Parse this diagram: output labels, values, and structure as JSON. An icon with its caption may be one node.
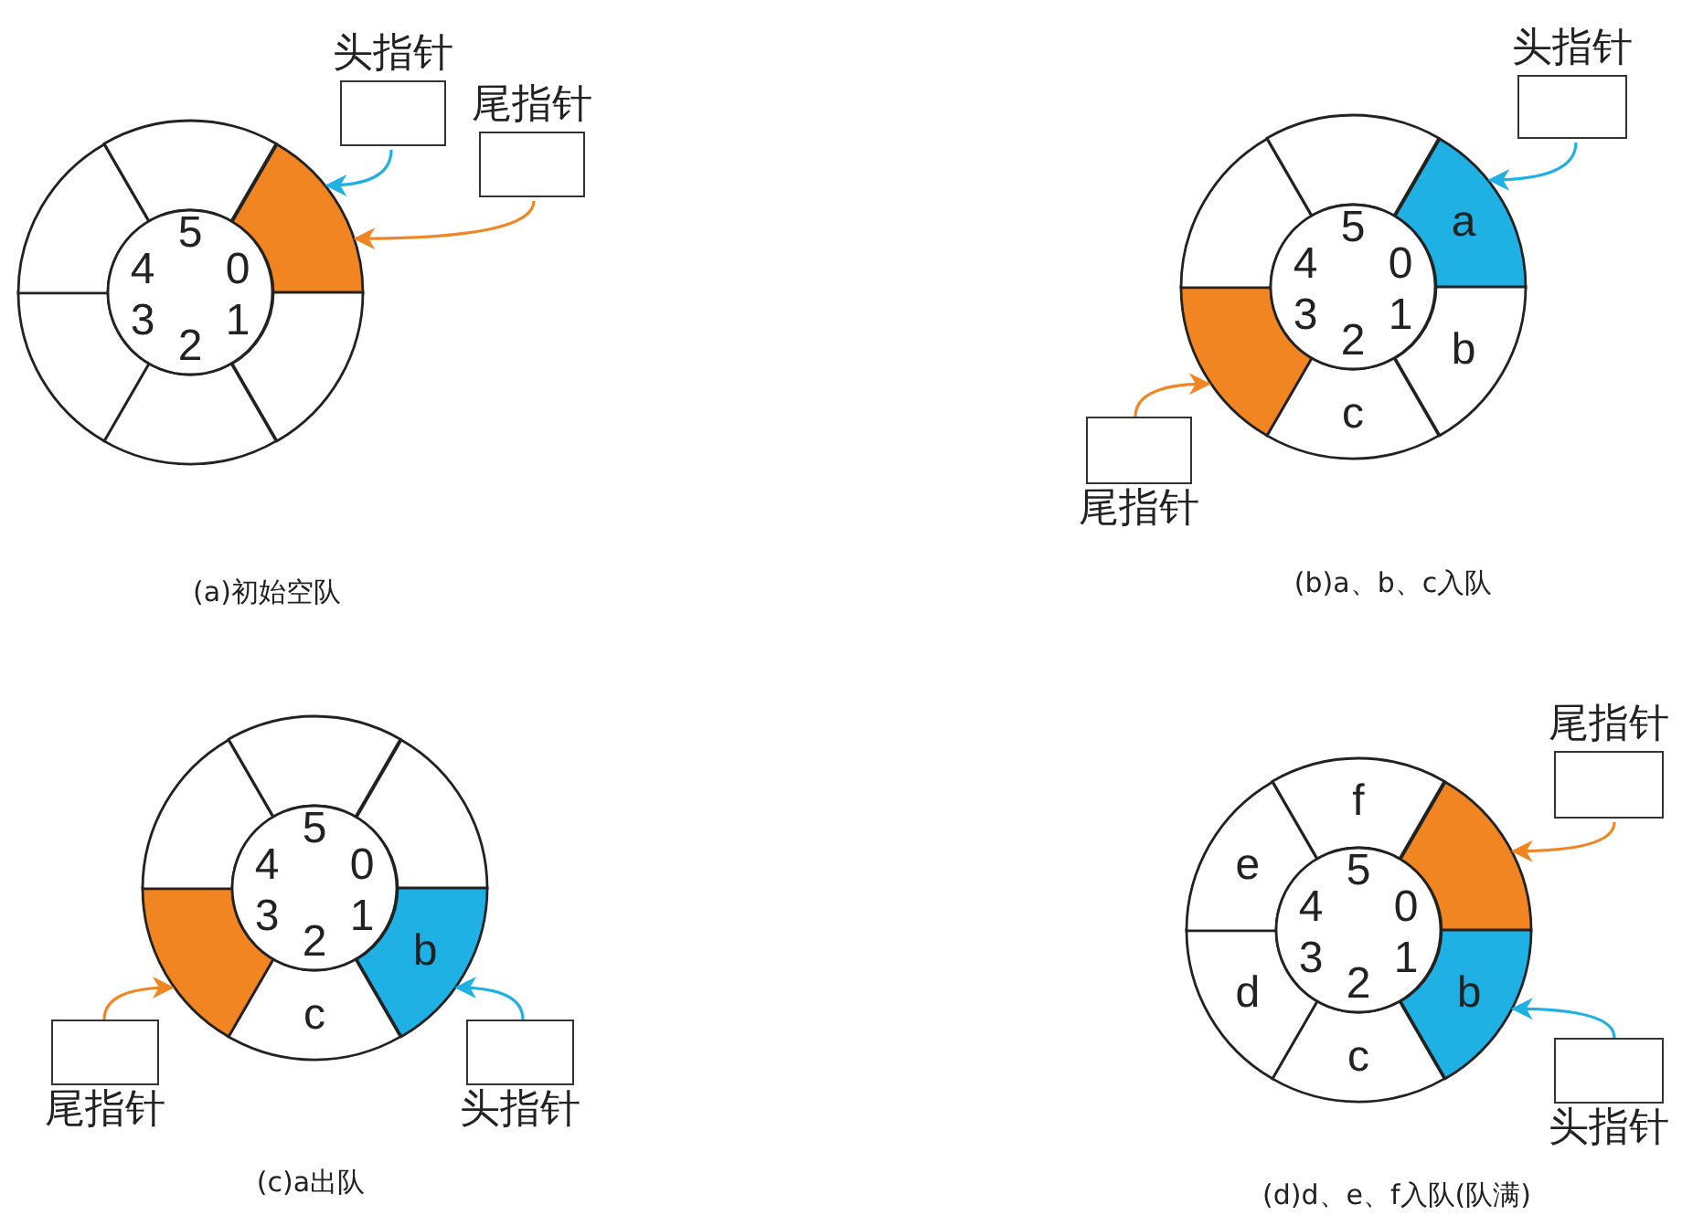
{
  "diagram": {
    "nodes": [
      {
        "text": [
          "头指针"
        ]
      },
      {
        "text": [
          "尾指针"
        ]
      },
      {
        "text": [],
        "shape": "sector"
      },
      {
        "text": [],
        "shape": "sector"
      },
      {
        "text": [],
        "shape": "sector"
      },
      {
        "text": [],
        "shape": "sector"
      },
      {
        "text": [],
        "shape": "sector"
      },
      {
        "text": [],
        "shape": "sector"
      },
      {
        "text": [
          "头指针"
        ]
      },
      {
        "text": [
          "a"
        ]
      },
      {
        "text": [
          "b"
        ]
      },
      {
        "text": [
          "c"
        ]
      },
      {
        "text": [],
        "shape": "sector"
      },
      {
        "text": [],
        "shape": "sector"
      },
      {
        "text": [],
        "shape": "sector"
      },
      {
        "text": [
          "尾指针"
        ]
      },
      {
        "text": [],
        "shape": "sector"
      },
      {
        "text": [
          "b"
        ]
      },
      {
        "text": [
          "c"
        ]
      },
      {
        "text": [],
        "shape": "sector"
      },
      {
        "text": [],
        "shape": "sector"
      },
      {
        "text": [],
        "shape": "sector"
      },
      {
        "text": [
          "尾指针"
        ]
      },
      {
        "text": [
          "头指针"
        ]
      },
      {
        "text": [
          "尾指针"
        ]
      },
      {
        "text": [],
        "shape": "sector"
      },
      {
        "text": [
          "b"
        ]
      },
      {
        "text": [
          "c"
        ]
      },
      {
        "text": [
          "d"
        ]
      },
      {
        "text": [
          "e"
        ]
      },
      {
        "text": [
          "f"
        ]
      },
      {
        "text": [
          "头指针"
        ]
      }
    ],
    "edges": [
      {
        "from": 0,
        "to": 2,
        "arrow": "to",
        "color": "#1fb0e4"
      },
      {
        "from": 1,
        "to": 2,
        "arrow": "to",
        "color": "#f08522"
      },
      {
        "from": 8,
        "to": 9,
        "arrow": "to",
        "color": "#1fb0e4"
      },
      {
        "from": 15,
        "to": 12,
        "arrow": "to",
        "color": "#f08522"
      },
      {
        "from": 22,
        "to": 19,
        "arrow": "to",
        "color": "#f08522"
      },
      {
        "from": 23,
        "to": 17,
        "arrow": "to",
        "color": "#1fb0e4"
      },
      {
        "from": 24,
        "to": 25,
        "arrow": "to",
        "color": "#f08522"
      },
      {
        "from": 31,
        "to": 26,
        "arrow": "to",
        "color": "#1fb0e4"
      }
    ],
    "labels": [
      "5",
      "4",
      "0",
      "3",
      "1",
      "2",
      "(a)初始空队",
      "5",
      "4",
      "0",
      "3",
      "1",
      "2",
      "(b)a、b、c入队",
      "5",
      "4",
      "0",
      "3",
      "1",
      "2",
      "(c)a出队",
      "5",
      "4",
      "0",
      "3",
      "1",
      "2",
      "(d)d、e、f入队(队满)"
    ]
  }
}
